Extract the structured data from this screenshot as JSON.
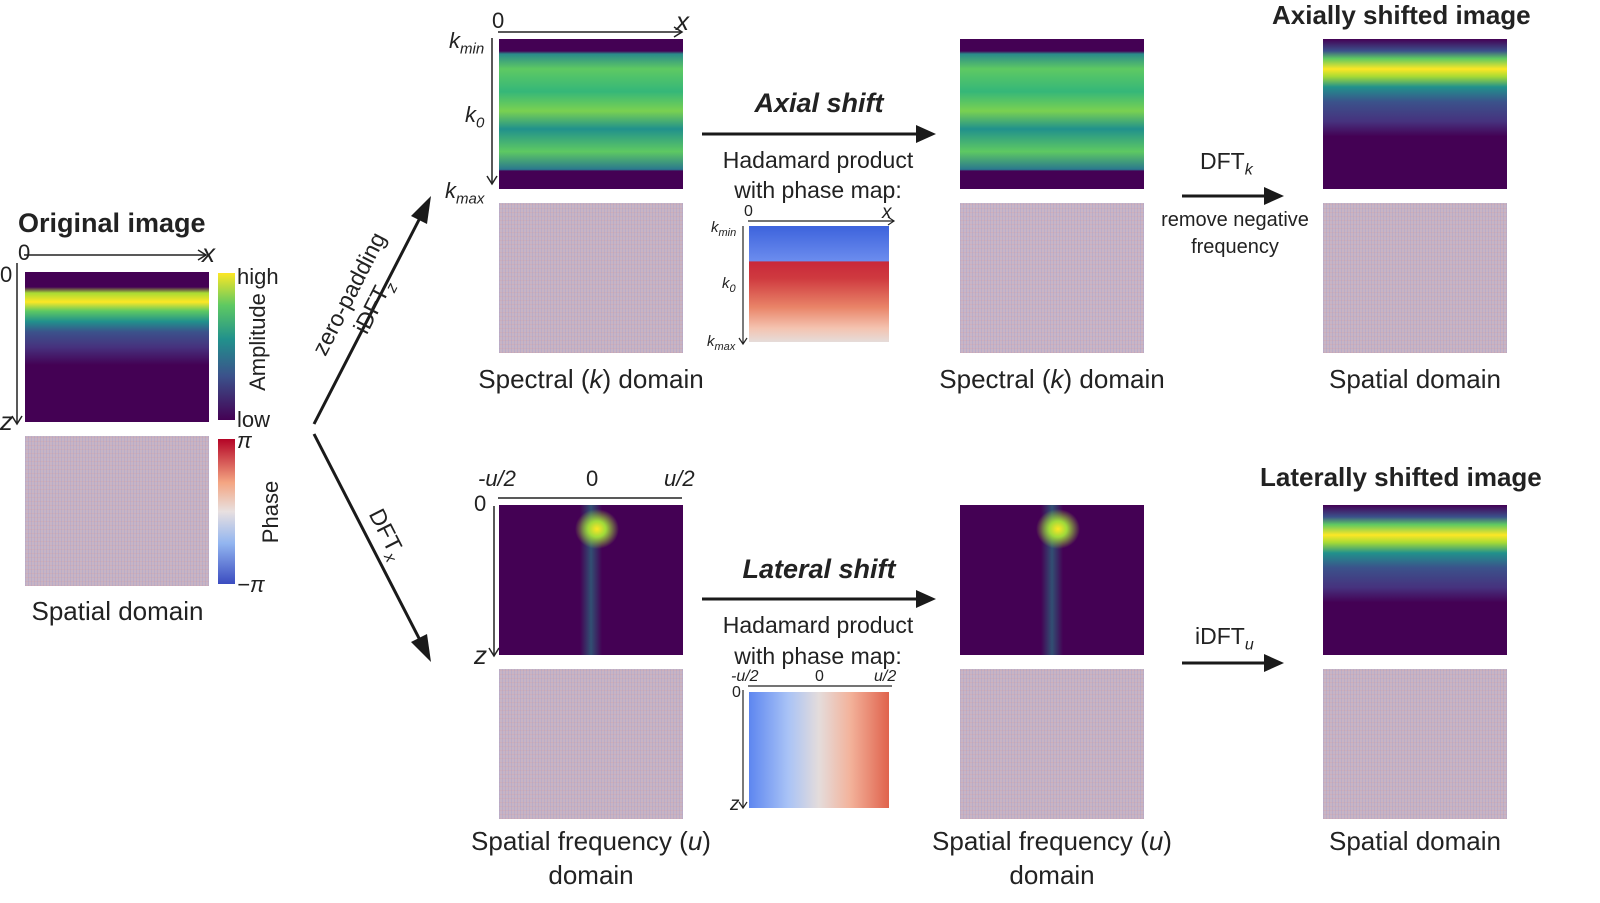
{
  "original": {
    "title": "Original image",
    "axis_x": "x",
    "axis_z": "z",
    "axis_origin_x": "0",
    "axis_origin_z": "0",
    "caption": "Spatial domain"
  },
  "colorbars": {
    "amplitude": {
      "label": "Amplitude",
      "high": "high",
      "low": "low"
    },
    "phase": {
      "label": "Phase",
      "high": "π",
      "low": "−π"
    }
  },
  "transforms": {
    "upper": {
      "line1": "zero-padding",
      "line2": "iDFT",
      "sub": "z"
    },
    "lower": {
      "main": "DFT",
      "sub": "x"
    }
  },
  "axial": {
    "k_panel": {
      "axis_origin": "0",
      "axis_x": "x",
      "k_min": "k",
      "k_min_sub": "min",
      "k0": "k",
      "k0_sub": "0",
      "k_max": "k",
      "k_max_sub": "max",
      "caption_pre": "Spectral (",
      "caption_var": "k",
      "caption_post": ") domain"
    },
    "shift_title": "Axial shift",
    "hadamard_line1": "Hadamard product",
    "hadamard_line2": "with phase map:",
    "map": {
      "origin": "0",
      "axis_x": "x",
      "k_min": "k",
      "k_min_sub": "min",
      "k0": "k",
      "k0_sub": "0",
      "k_max": "k",
      "k_max_sub": "max"
    },
    "shifted_caption_pre": "Spectral (",
    "shifted_caption_var": "k",
    "shifted_caption_post": ") domain",
    "dft_main": "DFT",
    "dft_sub": "k",
    "remove_line1": "remove negative",
    "remove_line2": "frequency",
    "result_title": "Axially shifted image",
    "result_caption": "Spatial domain"
  },
  "lateral": {
    "u_panel": {
      "u_neg": "-u/2",
      "u_zero": "0",
      "u_pos": "u/2",
      "origin": "0",
      "axis_z": "z",
      "caption_line1_pre": "Spatial frequency (",
      "caption_var": "u",
      "caption_line1_post": ")",
      "caption_line2": "domain"
    },
    "shift_title": "Lateral shift",
    "hadamard_line1": "Hadamard product",
    "hadamard_line2": "with phase map:",
    "map": {
      "u_neg": "-u/2",
      "u_zero": "0",
      "u_pos": "u/2",
      "origin": "0",
      "axis_z": "z"
    },
    "idft_main": "iDFT",
    "idft_sub": "u",
    "result_title": "Laterally shifted image",
    "result_caption": "Spatial domain"
  },
  "colors": {
    "viridis_dark": "#440154",
    "viridis_bright": "#fde725",
    "phase_bg": "#c8b4c4",
    "phase_blue": "#3b4cc0",
    "phase_red": "#b40426",
    "arrow": "#1a1a1a"
  }
}
